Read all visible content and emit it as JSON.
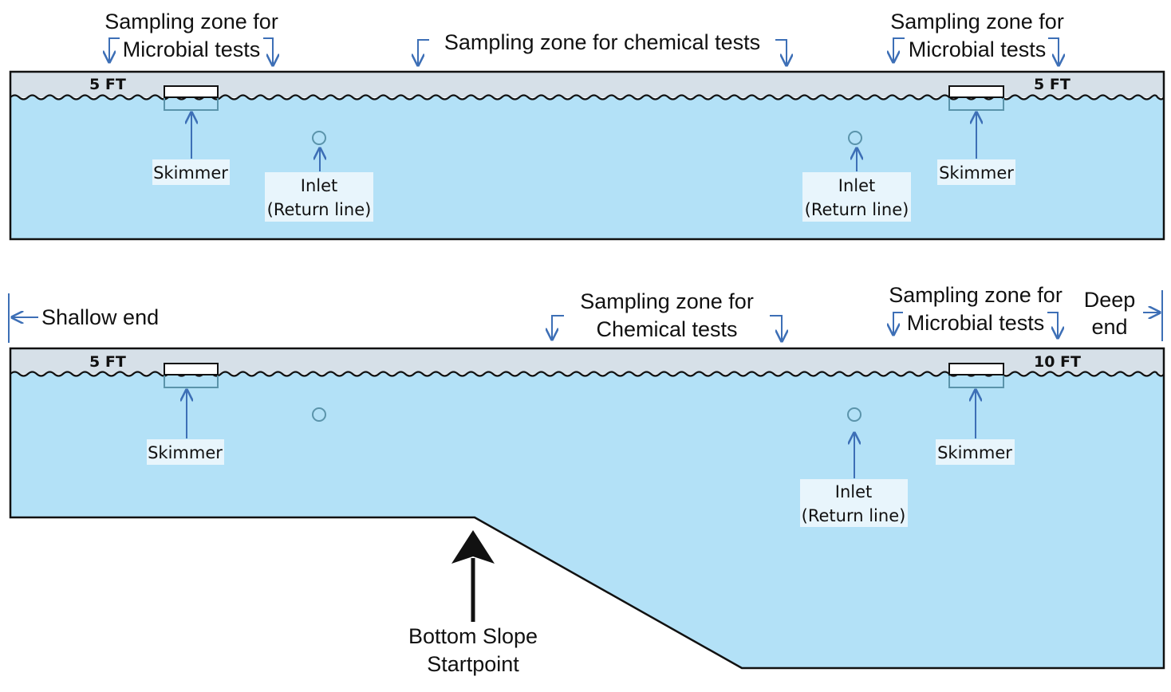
{
  "top_diagram": {
    "zones": {
      "microbial_left": [
        "Sampling zone for",
        "Microbial tests"
      ],
      "chemical": "Sampling zone for chemical tests",
      "microbial_right": [
        "Sampling zone for",
        "Microbial tests"
      ]
    },
    "depth_left": "5 FT",
    "depth_right": "5 FT",
    "skimmer_left": "Skimmer",
    "skimmer_right": "Skimmer",
    "inlet_left": [
      "Inlet",
      "(Return line)"
    ],
    "inlet_right": [
      "Inlet",
      "(Return line)"
    ]
  },
  "bottom_diagram": {
    "shallow_end": "Shallow end",
    "deep_end": [
      "Deep",
      "end"
    ],
    "zones": {
      "chemical": [
        "Sampling zone for",
        "Chemical tests"
      ],
      "microbial_right": [
        "Sampling zone for",
        "Microbial tests"
      ]
    },
    "depth_left": "5 FT",
    "depth_right": "10 FT",
    "skimmer_left": "Skimmer",
    "skimmer_right": "Skimmer",
    "inlet_right": [
      "Inlet",
      "(Return line)"
    ],
    "slope_label": [
      "Bottom Slope",
      "Startpoint"
    ]
  },
  "colors": {
    "water": "#b3e1f7",
    "air": "#d6e0e8",
    "arrow": "#3d6fb6",
    "outline": "#111111",
    "inlet": "#5b94ab"
  }
}
